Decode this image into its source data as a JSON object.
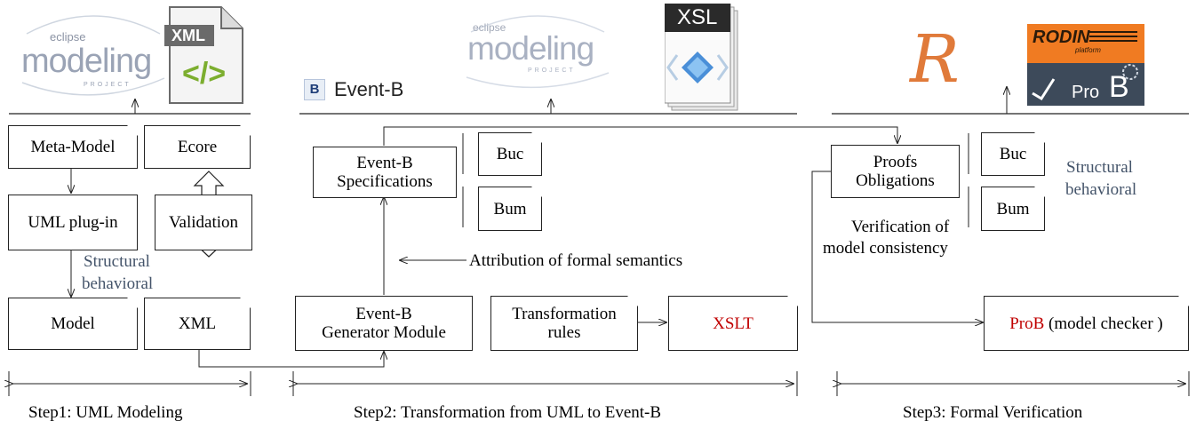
{
  "colors": {
    "accent_red": "#c00000",
    "steel": "#44546a",
    "line": "#222222"
  },
  "logos": {
    "eclipse_tag": "eclipse",
    "modeling_word": "modeling",
    "project_tag": "PROJECT",
    "xml_badge": "XML",
    "xml_code": "</>",
    "xsl_badge": "XSL",
    "eventb_tag": "B",
    "eventb_text": "Event-B",
    "rodin_text": "RODIN",
    "rodin_sub": "platform",
    "prob_text": "Pro",
    "prob_b": "B",
    "r_letter": "R"
  },
  "step1": {
    "meta_model": "Meta-Model",
    "ecore": "Ecore",
    "uml_plugin": "UML plug-in",
    "validation": "Validation",
    "label_structural": "Structural",
    "label_behavioral": "behavioral",
    "model": "Model",
    "xml": "XML",
    "caption": "Step1: UML Modeling"
  },
  "step2": {
    "spec_line1": "Event-B",
    "spec_line2": "Specifications",
    "buc": "Buc",
    "bum": "Bum",
    "attribution": "Attribution of formal semantics",
    "gen_line1": "Event-B",
    "gen_line2": "Generator Module",
    "trans_line1": "Transformation",
    "trans_line2": "rules",
    "xslt": "XSLT",
    "caption": "Step2: Transformation from UML to Event-B"
  },
  "step3": {
    "proofs_line1": "Proofs",
    "proofs_line2": "Obligations",
    "buc": "Buc",
    "bum": "Bum",
    "label_structural": "Structural",
    "label_behavioral": "behavioral",
    "verif_line1": "Verification of",
    "verif_line2": "model consistency",
    "prob": "ProB",
    "model_checker": " (model checker )",
    "caption": "Step3: Formal Verification"
  }
}
